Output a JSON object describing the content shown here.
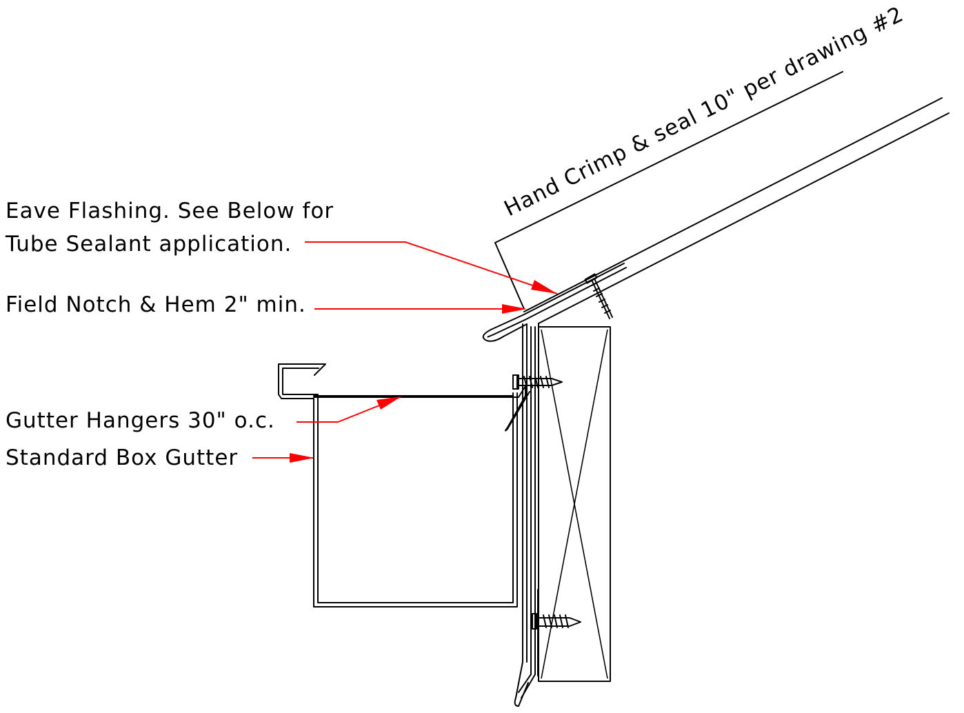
{
  "labels": {
    "eave_flashing_line1": "Eave Flashing. See Below for",
    "eave_flashing_line2": "Tube Sealant application.",
    "field_notch": "Field Notch & Hem 2\" min.",
    "gutter_hangers": "Gutter Hangers 30\" o.c.",
    "box_gutter": "Standard Box Gutter",
    "hand_crimp": "Hand Crimp & seal 10\" per drawing #2"
  },
  "colors": {
    "leader": "#ff0000",
    "linework": "#000000",
    "background": "#ffffff"
  }
}
